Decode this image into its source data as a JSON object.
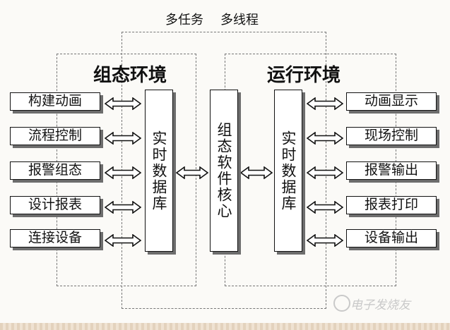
{
  "top": {
    "multitask": "多任务",
    "multithread": "多线程"
  },
  "left_panel": {
    "title": "组态环境",
    "items": [
      "构建动画",
      "流程控制",
      "报警组态",
      "设计报表",
      "连接设备"
    ],
    "database": "实时数据库"
  },
  "core": "组态软件核心",
  "right_panel": {
    "title": "运行环境",
    "items": [
      "动画显示",
      "现场控制",
      "报警输出",
      "报表打印",
      "设备输出"
    ],
    "database": "实时数据库"
  },
  "watermark": "电子发烧友"
}
